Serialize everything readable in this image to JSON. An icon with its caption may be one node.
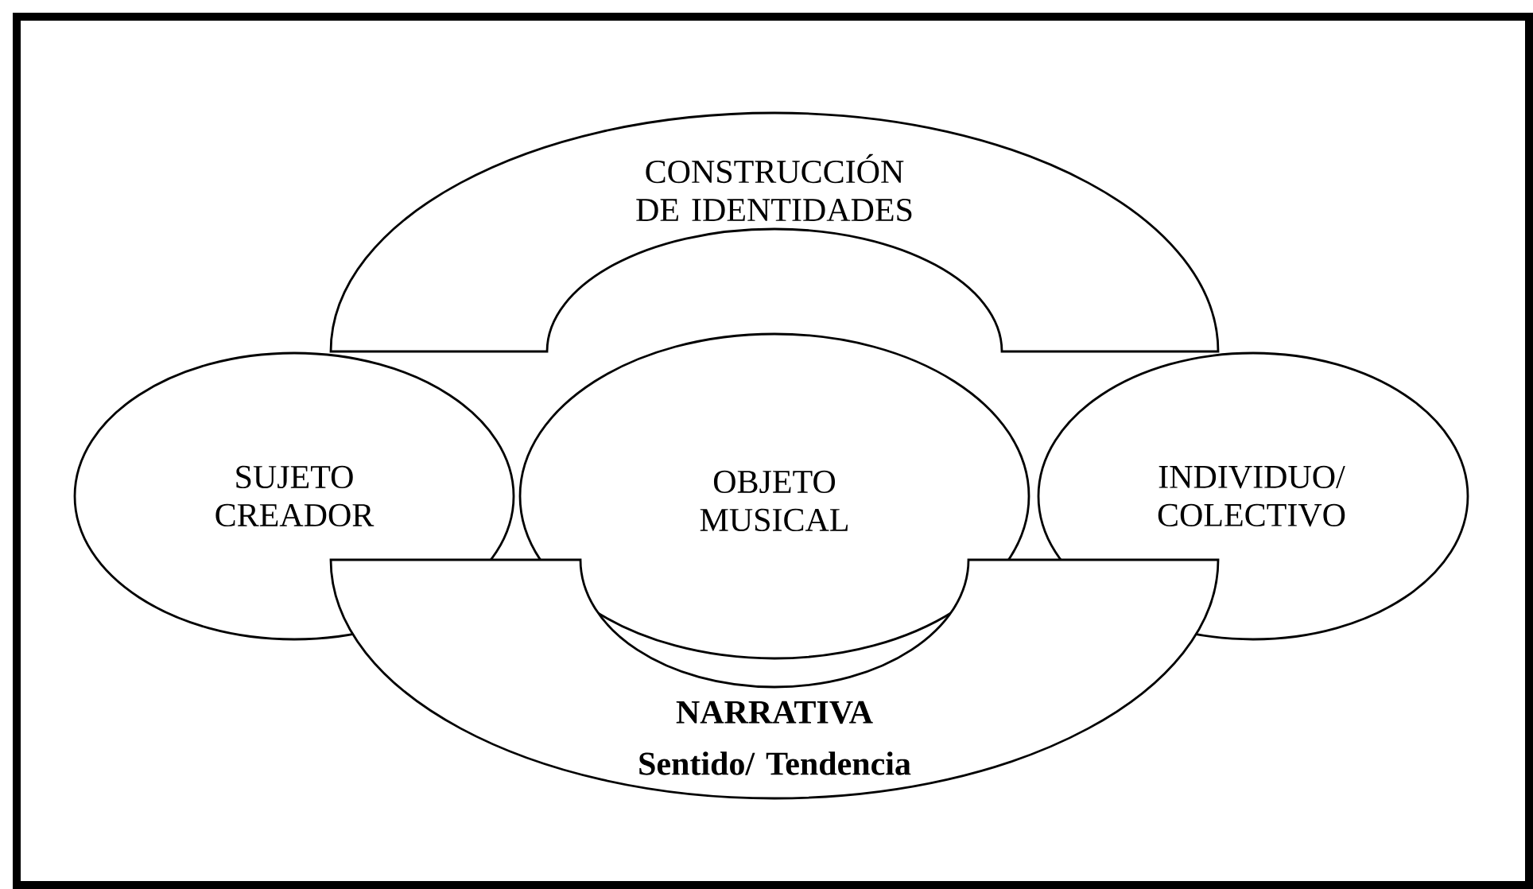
{
  "diagram": {
    "nodes": [
      {
        "text": [
          "CONSTRUCCIÓN DE IDENTIDADES"
        ]
      },
      {
        "text": [
          "SUJETO CREADOR"
        ]
      },
      {
        "text": [
          "OBJETO MUSICAL"
        ]
      },
      {
        "text": [
          "INDIVIDUO/ COLECTIVO"
        ]
      },
      {
        "text": [
          "NARRATIVA",
          "Sentido/ Tendencia"
        ]
      }
    ]
  }
}
